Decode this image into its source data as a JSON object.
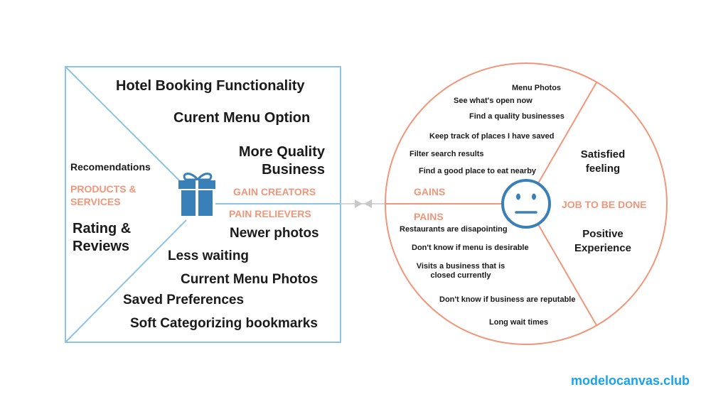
{
  "value_map": {
    "gain_creators": [
      "Hotel Booking Functionality",
      "Curent Menu Option",
      "More Quality",
      "Business"
    ],
    "products_services_items": [
      "Recomendations",
      "Rating &",
      "Reviews"
    ],
    "pain_relievers": [
      "Newer photos",
      "Less waiting",
      "Current Menu Photos",
      "Saved Preferences",
      "Soft Categorizing bookmarks"
    ],
    "labels": {
      "products_services": [
        "PRODUCTS &",
        "SERVICES"
      ],
      "gain_creators": "GAIN CREATORS",
      "pain_relievers": "PAIN RELIEVERS"
    }
  },
  "customer_profile": {
    "gains": [
      "Menu Photos",
      "See what's open now",
      "Find a quality businesses",
      "Keep track of places I have saved",
      "Filter search results",
      "Find a good place to eat nearby"
    ],
    "pains": [
      "Restaurants are disapointing",
      "Don't know if menu is desirable",
      "Visits a business that is",
      "closed currently",
      "Don't know if business are reputable",
      "Long wait times"
    ],
    "jobs": [
      "Satisfied",
      "feeling",
      "Positive",
      "Experience"
    ],
    "labels": {
      "gains": "GAINS",
      "pains": "PAINS",
      "job_to_be_done": "JOB TO BE DONE"
    }
  },
  "icons": {
    "gift": "gift-icon",
    "face": "smiley-face-icon"
  },
  "colors": {
    "square_line": "#8dc3e6",
    "circle_line": "#f0967a",
    "accent_label": "#f0967a",
    "gift": "#3a80b8",
    "face": "#3a80b8",
    "arrow": "#c8c8c8",
    "brand": "#1aa3e8"
  },
  "footer": {
    "brand": "modelocanvas.club"
  }
}
